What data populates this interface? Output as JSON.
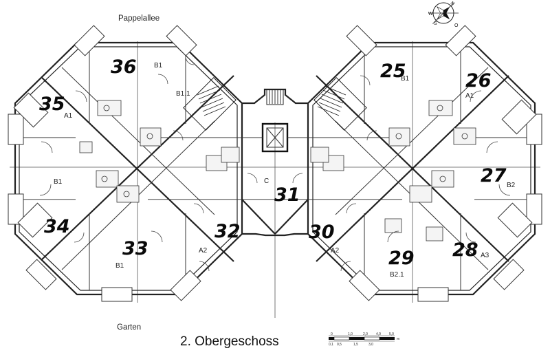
{
  "labels": {
    "street_top": "Pappelallee",
    "street_bottom": "Garten",
    "floor_title": "2. Obergeschoss"
  },
  "compass": {
    "n": "N",
    "w": "W",
    "s": "S",
    "o": "O"
  },
  "scale_bar": {
    "ticks_top": [
      "0",
      "1,0",
      "2,0",
      "4,0",
      "5,0"
    ],
    "ticks_bottom": [
      "0,1",
      "0,5",
      "1,5",
      "3,0"
    ],
    "unit": "m"
  },
  "units": [
    {
      "number": "36",
      "type": "B1"
    },
    {
      "number": "35",
      "type": "A1"
    },
    {
      "number": "25",
      "type": "B1"
    },
    {
      "number": "26",
      "type": "A1"
    },
    {
      "number": "27",
      "type": "B2"
    },
    {
      "number": "34",
      "type": "B1"
    },
    {
      "number": "33",
      "type": "B1"
    },
    {
      "number": "32",
      "type": "A2"
    },
    {
      "number": "31",
      "type": "C"
    },
    {
      "number": "30",
      "type": "A2"
    },
    {
      "number": "29",
      "type": "B2.1"
    },
    {
      "number": "28",
      "type": "A3"
    }
  ],
  "extra_type_labels": [
    "B1.1"
  ]
}
